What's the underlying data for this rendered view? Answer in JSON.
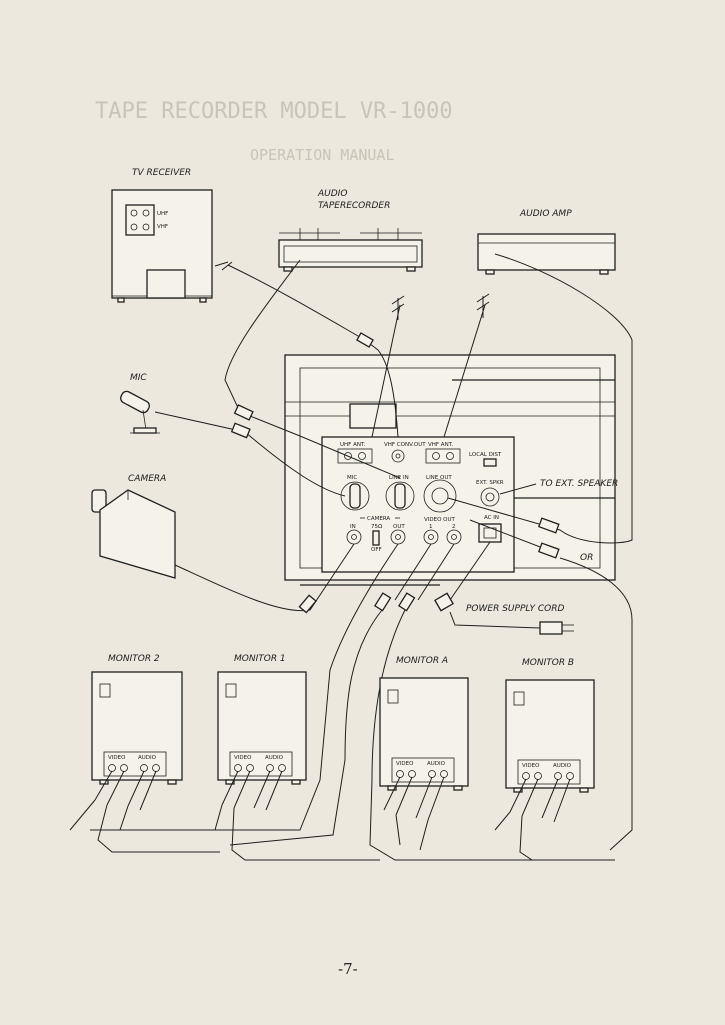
{
  "background_text": {
    "title": "TAPE RECORDER MODEL VR-1000",
    "subtitle": "OPERATION MANUAL"
  },
  "devices": {
    "tv_receiver": "TV RECEIVER",
    "audio_taperecorder_1": "AUDIO",
    "audio_taperecorder_2": "TAPERECORDER",
    "audio_amp": "AUDIO AMP",
    "mic": "MIC",
    "camera": "CAMERA",
    "to_ext_speaker": "TO EXT. SPEAKER",
    "or_label": "OR",
    "power_supply_cord": "POWER SUPPLY CORD"
  },
  "tv_panel": {
    "uhf": "UHF",
    "vhf": "VHF"
  },
  "panel": {
    "uhf_ant": "UHF ANT.",
    "vhf_conv_out": "VHF CONV.OUT",
    "vhf_ant": "VHF ANT.",
    "local_dist": "LOCAL DIST",
    "mic": "MIC",
    "line_in": "LINE IN",
    "line_out": "LINE OUT",
    "ext_spkr": "EXT. SPKR",
    "camera_in": "IN",
    "camera_switch_label": "CAMERA",
    "switch_75": "75Ω",
    "switch_off": "OFF",
    "camera_out": "OUT",
    "video_out": "VIDEO OUT",
    "video_out_1": "1",
    "video_out_2": "2",
    "ac_in": "AC IN"
  },
  "monitors": [
    {
      "name": "MONITOR 2",
      "video": "VIDEO",
      "audio": "AUDIO"
    },
    {
      "name": "MONITOR 1",
      "video": "VIDEO",
      "audio": "AUDIO"
    },
    {
      "name": "MONITOR A",
      "video": "VIDEO",
      "audio": "AUDIO"
    },
    {
      "name": "MONITOR B",
      "video": "VIDEO",
      "audio": "AUDIO"
    }
  ],
  "page_number": "-7-",
  "colors": {
    "ink": "#1f1f1f",
    "paper": "#ece8dd",
    "ghost": "#c9c4b8"
  }
}
